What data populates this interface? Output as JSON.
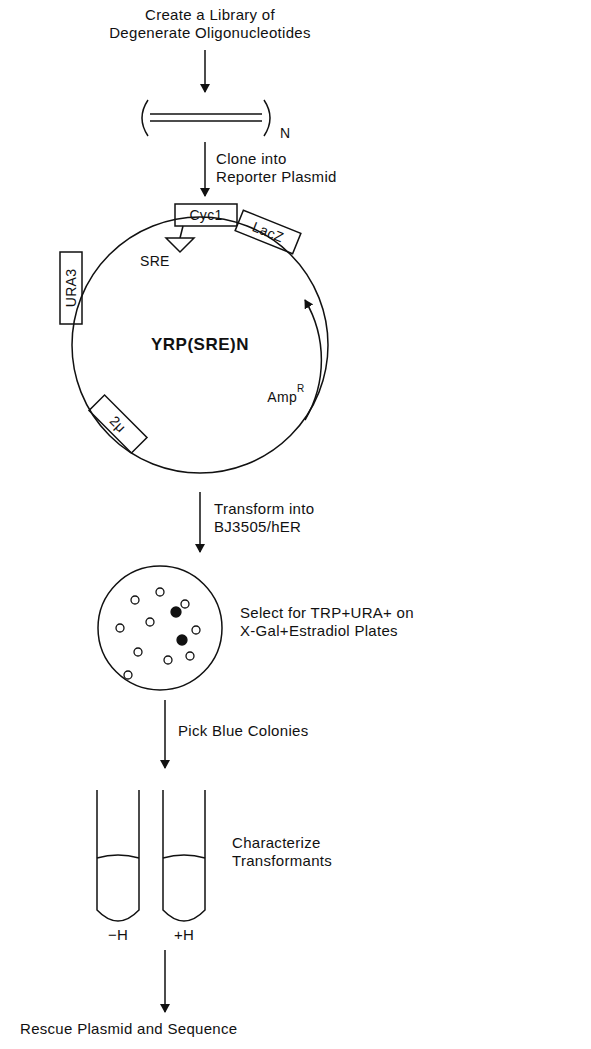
{
  "diagram": {
    "nodes": [
      {
        "text": [
          "YRP(SRE)N"
        ]
      }
    ],
    "labels": [
      "Create a Library of Degenerate Oligonucleotides",
      "N",
      "Clone into Reporter Plasmid",
      "Cyc1",
      "LacZ",
      "SRE",
      "URA3",
      "2μ",
      "Amp",
      "R",
      "Transform into BJ3505/hER",
      "Select for TRP+URA+ on X-Gal+Estradiol Plates",
      "Pick Blue Colonies",
      "Characterize Transformants",
      "−H",
      "+H",
      "Rescue Plasmid and Sequence"
    ]
  }
}
